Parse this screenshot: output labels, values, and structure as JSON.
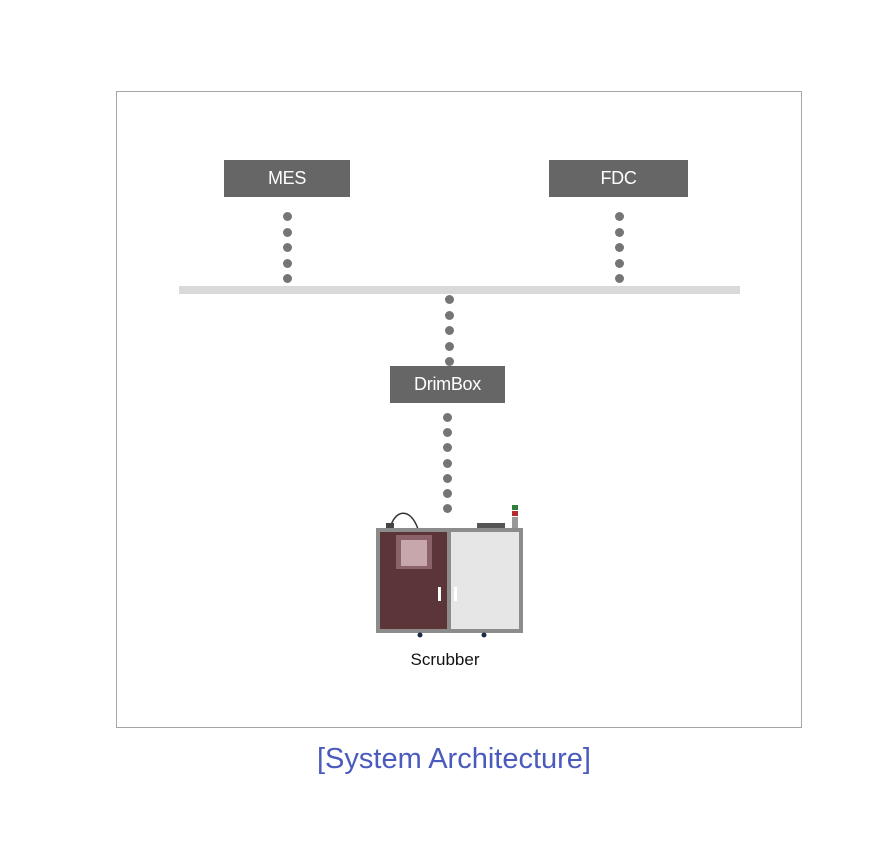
{
  "nodes": {
    "mes": "MES",
    "fdc": "FDC",
    "drimbox": "DrimBox"
  },
  "equipment": {
    "label": "Scrubber",
    "icon": "scrubber-machine-icon",
    "colors": {
      "left_panel": "#5c3538",
      "right_panel": "#e6e6e6",
      "frame": "#8c8c8c"
    }
  },
  "caption": "[System Architecture]",
  "colors": {
    "node_fill": "#666666",
    "bus": "#d9d9d9",
    "connector_dots": "#757575",
    "caption": "#4a5bbd"
  }
}
